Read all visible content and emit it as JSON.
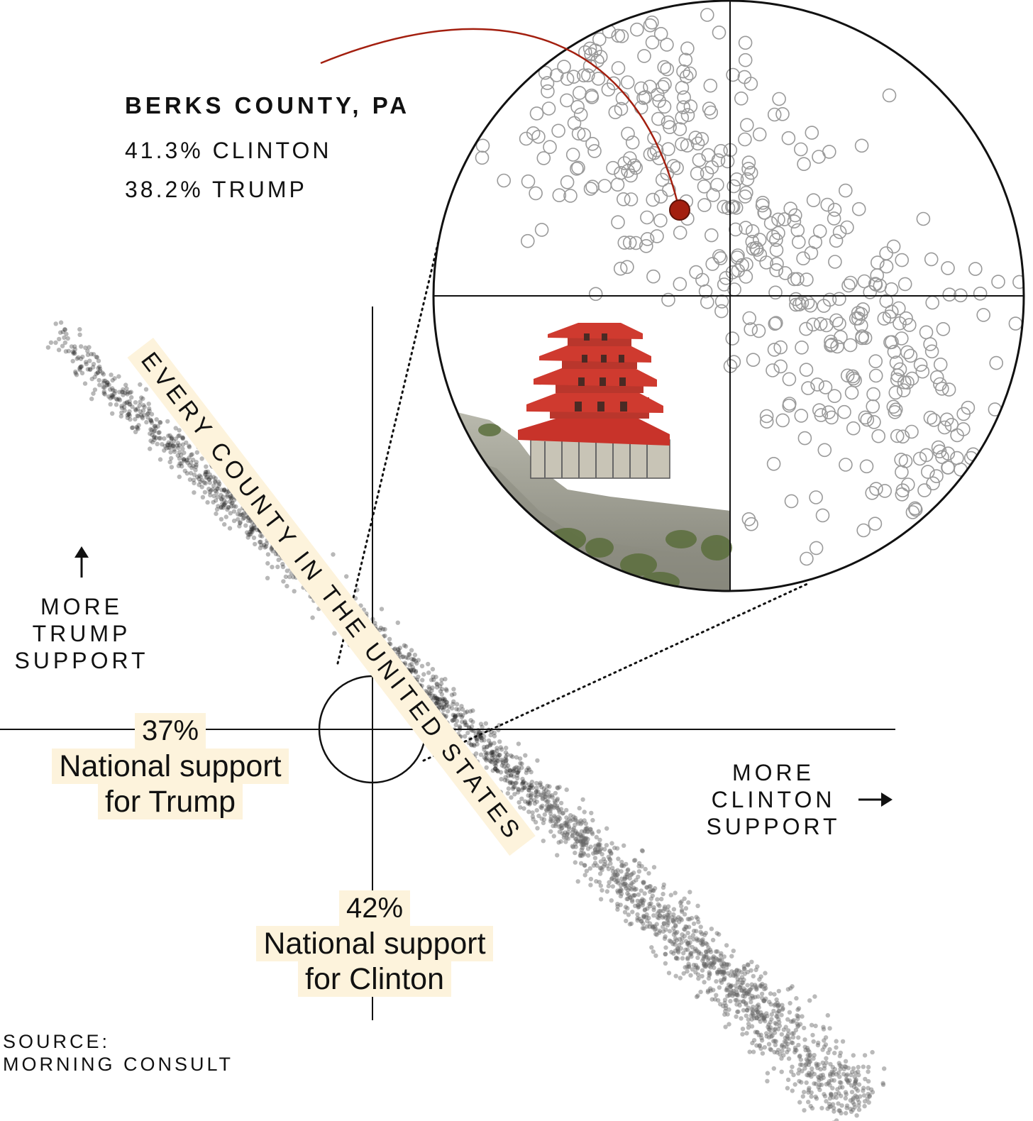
{
  "county": {
    "name": "BERKS COUNTY, PA",
    "clinton_line": "41.3% CLINTON",
    "trump_line": "38.2% TRUMP",
    "clinton_pct": 41.3,
    "trump_pct": 38.2,
    "highlight_color": "#a31f0f"
  },
  "banner": {
    "text": "EVERY COUNTY IN THE UNITED STATES"
  },
  "labels": {
    "more_trump": "MORE\nTRUMP\nSUPPORT",
    "more_clinton": "MORE\nCLINTON\nSUPPORT",
    "trump_national_pct": "37%",
    "trump_national_line1": "National support",
    "trump_national_line2": "for Trump",
    "clinton_national_pct": "42%",
    "clinton_national_line1": "National support",
    "clinton_national_line2": "for Clinton"
  },
  "source": "SOURCE:\nMORNING CONSULT",
  "colors": {
    "ink": "#111111",
    "highlight_bg": "#fdf3dc",
    "accent": "#a31f0f",
    "point_gray": "#9a9a9a"
  },
  "chart_data": {
    "type": "scatter",
    "title": "",
    "xlabel": "MORE CLINTON SUPPORT",
    "ylabel": "MORE TRUMP SUPPORT",
    "national_reference": {
      "clinton": 42,
      "trump": 37
    },
    "highlight": {
      "label": "BERKS COUNTY, PA",
      "clinton": 41.3,
      "trump": 38.2
    },
    "series": [
      {
        "points": "approximately 3,000 county points falling along a diagonal band from high Trump / low Clinton support to high Clinton / low Trump support"
      }
    ],
    "inset": "magnified view of the area around the national-support crosshair"
  }
}
